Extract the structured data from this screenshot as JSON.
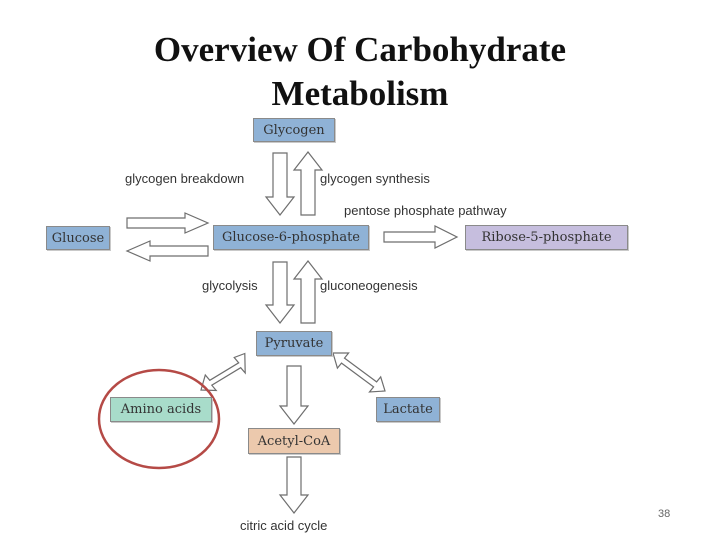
{
  "title": {
    "line1": "Overview Of Carbohydrate",
    "line2": "Metabolism"
  },
  "nodes": {
    "glycogen": "Glycogen",
    "glucose": "Glucose",
    "glucose6p": "Glucose-6-phosphate",
    "ribose5p": "Ribose-5-phosphate",
    "pyruvate": "Pyruvate",
    "amino_acids": "Amino acids",
    "lactate": "Lactate",
    "acetyl_coa": "Acetyl-CoA"
  },
  "labels": {
    "glycogen_breakdown": "glycogen breakdown",
    "glycogen_synthesis": "glycogen synthesis",
    "pentose_phosphate": "pentose phosphate pathway",
    "glycolysis": "glycolysis",
    "gluconeogenesis": "gluconeogenesis",
    "citric_acid_cycle": "citric acid cycle"
  },
  "page_number": "38",
  "colors": {
    "node_blue": "#8fb2d6",
    "node_purple": "#c6bede",
    "node_green": "#a8dcca",
    "node_tan": "#ecc9ad",
    "highlight_circle": "#b54a46"
  }
}
